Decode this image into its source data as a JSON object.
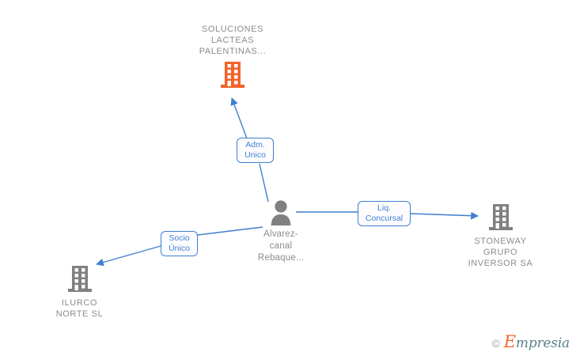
{
  "diagram": {
    "type": "corporate-relationship-graph",
    "background_color": "#ffffff",
    "edge_color": "#3f7fd0",
    "company_icon_color": "#808080",
    "highlight_company_icon_color": "#f4622a",
    "person_icon_color": "#808080",
    "label_color": "#8c8c8c"
  },
  "nodes": {
    "soluciones_lacteas": {
      "label": "SOLUCIONES\nLACTEAS\nPALENTINAS...",
      "icon": "building-icon",
      "icon_color": "#f4622a",
      "kind": "company",
      "label_position": "above"
    },
    "person": {
      "label": "Alvarez-\ncanal\nRebaque...",
      "icon": "person-icon",
      "icon_color": "#808080",
      "kind": "person",
      "label_position": "below"
    },
    "stoneway": {
      "label": "STONEWAY\nGRUPO\nINVERSOR SA",
      "icon": "building-icon",
      "icon_color": "#808080",
      "kind": "company",
      "label_position": "below"
    },
    "ilurco": {
      "label": "ILURCO\nNORTE SL",
      "icon": "building-icon",
      "icon_color": "#808080",
      "kind": "company",
      "label_position": "below"
    }
  },
  "relations": [
    {
      "id": "adm-unico",
      "label": "Adm.\nUnico",
      "from": "person",
      "to": "soluciones_lacteas"
    },
    {
      "id": "liq-concursal",
      "label": "Liq.\nConcursal",
      "from": "person",
      "to": "stoneway"
    },
    {
      "id": "socio-unico",
      "label": "Socio\nÚnico",
      "from": "person",
      "to": "ilurco"
    }
  ],
  "watermark": {
    "copyright": "©",
    "brand_cap": "E",
    "brand_rest": "mpresia"
  }
}
